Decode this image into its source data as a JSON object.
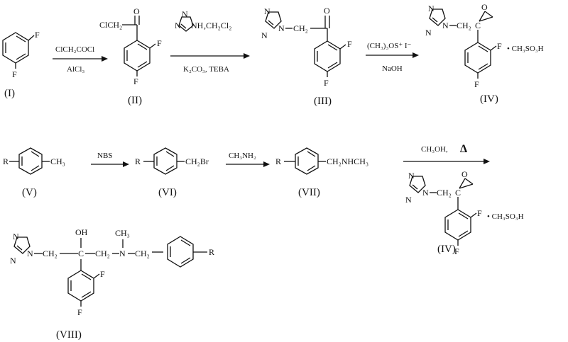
{
  "colors": {
    "ink": "#111111",
    "background": "#ffffff"
  },
  "compounds": {
    "c1": {
      "id": "(I)",
      "atoms": {
        "f_meta": "F",
        "f_para": "F"
      }
    },
    "c2": {
      "id": "(II)",
      "atoms": {
        "chain": "ClCH₂",
        "o": "O",
        "f1": "F",
        "f2": "F"
      }
    },
    "c3": {
      "id": "(III)",
      "atoms": {
        "n1": "N",
        "n2": "N",
        "n3": "N",
        "link": "CH₂",
        "o": "O",
        "f1": "F",
        "f2": "F"
      }
    },
    "c4": {
      "id": "(IV)",
      "atoms": {
        "n1": "N",
        "n2": "N",
        "n3": "N",
        "link": "CH₂",
        "c": "C",
        "o": "O",
        "f1": "F",
        "f2": "F"
      },
      "salt": "• CH₃SO₃H"
    },
    "c5": {
      "id": "(V)",
      "atoms": {
        "r": "R",
        "me": "CH₃"
      }
    },
    "c6": {
      "id": "(VI)",
      "atoms": {
        "r": "R",
        "sub": "CH₂Br"
      }
    },
    "c7": {
      "id": "(VII)",
      "atoms": {
        "r": "R",
        "sub": "CH₂NHCH₃"
      }
    },
    "c4b": {
      "id": "(IV)",
      "atoms": {
        "n1": "N",
        "n2": "N",
        "n3": "N",
        "link": "CH₂",
        "c": "C",
        "o": "O",
        "f1": "F",
        "f2": "F"
      },
      "salt": "• CH₃SO₃H"
    },
    "c8": {
      "id": "(VIII)",
      "atoms": {
        "n1": "N",
        "n2": "N",
        "n3": "N",
        "ch2a": "CH₂",
        "c": "C",
        "oh": "OH",
        "ch2b": "CH₂",
        "n": "N",
        "me": "CH₃",
        "ch2c": "CH₂",
        "r": "R",
        "f1": "F",
        "f2": "F"
      }
    }
  },
  "reactions": [
    {
      "step": "1",
      "above": "ClCH₂COCl",
      "below": "AlCl₃"
    },
    {
      "step": "2",
      "above_reagent": "NH",
      "above_tail": ",CH₂Cl₂",
      "below": "K₂CO₃, TEBA"
    },
    {
      "step": "3",
      "above": "(CH₃)₃OS⁺ I⁻",
      "below": "NaOH"
    },
    {
      "step": "4",
      "above": "NBS",
      "below": ""
    },
    {
      "step": "5",
      "above": "CH₃NH₂",
      "below": ""
    },
    {
      "step": "6",
      "above": "CH₃OH,",
      "above_symbol": "Δ",
      "below": ""
    }
  ]
}
